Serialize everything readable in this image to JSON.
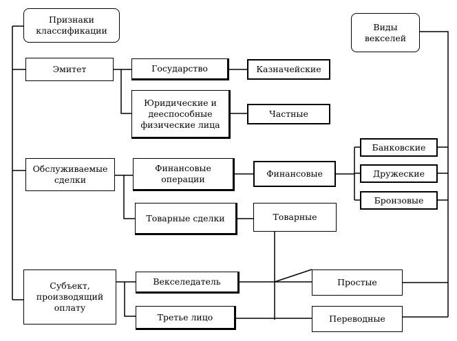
{
  "diagram": {
    "header_left": "Признаки\nклассификации",
    "header_right": "Виды\nвекселей",
    "criteria": {
      "issuer": "Эмитет",
      "served_deals": "Обслуживаемые\nсделки",
      "payer": "Субъект,\nпроизводящий\nоплату"
    },
    "issuer_types": {
      "state": "Государство",
      "legal": "Юридические и\nдееспособные\nфизические лица"
    },
    "deal_types": {
      "financial_ops": "Финансовые\nоперации",
      "commodity_deals": "Товарные сделки"
    },
    "payer_types": {
      "drawer": "Векселедатель",
      "third_party": "Третье лицо"
    },
    "bill_types": {
      "treasury": "Казначейские",
      "private": "Частные",
      "financial": "Финансовые",
      "commodity": "Товарные",
      "bank": "Банковские",
      "friendly": "Дружеские",
      "bronze": "Бронзовые",
      "simple": "Простые",
      "transfer": "Переводные"
    }
  }
}
